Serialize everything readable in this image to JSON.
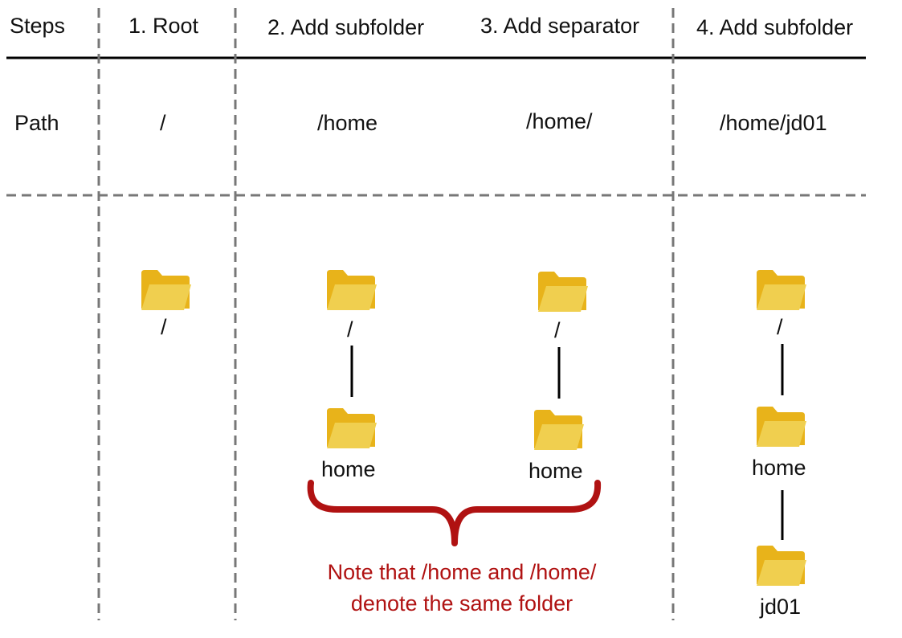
{
  "header": {
    "steps_label": "Steps",
    "step1": "1. Root",
    "step2": "2. Add subfolder",
    "step3": "3. Add separator",
    "step4": "4. Add subfolder"
  },
  "path_row": {
    "label": "Path",
    "step1": "/",
    "step2": "/home",
    "step3": "/home/",
    "step4": "/home/jd01"
  },
  "trees": {
    "step1": {
      "root": "/"
    },
    "step2": {
      "root": "/",
      "child": "home"
    },
    "step3": {
      "root": "/",
      "child": "home"
    },
    "step4": {
      "root": "/",
      "child": "home",
      "grandchild": "jd01"
    }
  },
  "note": {
    "line1": "Note that /home and /home/",
    "line2": "denote the same folder"
  },
  "colors": {
    "folder_back": "#e8b31a",
    "folder_front": "#f0cf4f",
    "brace": "#b01212",
    "note_text": "#b01212",
    "grid_line": "#777777"
  },
  "icons": [
    "folder-icon"
  ]
}
